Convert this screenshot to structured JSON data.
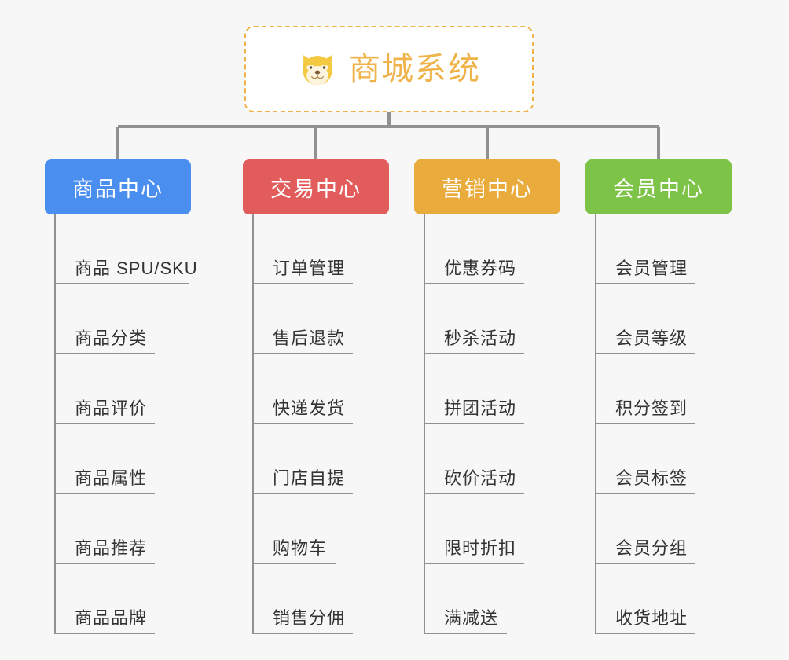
{
  "page": {
    "background_color": "#f7f7f7",
    "line_color": "#919191",
    "leaf_text_color": "#333333"
  },
  "root": {
    "title": "商城系统",
    "icon": "shiba-dog-icon",
    "text_color": "#f0b34a",
    "border_color": "#f0b34a",
    "background_color": "#ffffff"
  },
  "branches": [
    {
      "label": "商品中心",
      "color": "#4a8ef0",
      "items": [
        "商品 SPU/SKU",
        "商品分类",
        "商品评价",
        "商品属性",
        "商品推荐",
        "商品品牌"
      ]
    },
    {
      "label": "交易中心",
      "color": "#e35c5c",
      "items": [
        "订单管理",
        "售后退款",
        "快递发货",
        "门店自提",
        "购物车",
        "销售分佣"
      ]
    },
    {
      "label": "营销中心",
      "color": "#eaab3d",
      "items": [
        "优惠券码",
        "秒杀活动",
        "拼团活动",
        "砍价活动",
        "限时折扣",
        "满减送"
      ]
    },
    {
      "label": "会员中心",
      "color": "#7dc347",
      "items": [
        "会员管理",
        "会员等级",
        "积分签到",
        "会员标签",
        "会员分组",
        "收货地址"
      ]
    }
  ]
}
